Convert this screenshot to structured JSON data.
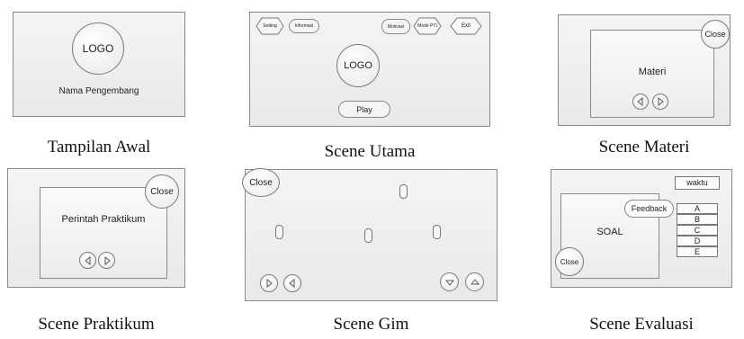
{
  "tampilan_awal": {
    "logo": "LOGO",
    "developer": "Nama Pengembang",
    "caption": "Tampilan Awal"
  },
  "scene_utama": {
    "buttons": [
      "Setting",
      "Informasi",
      "Motivasi",
      "Mode PTI",
      "Exit"
    ],
    "logo": "LOGO",
    "play": "Play",
    "caption": "Scene Utama"
  },
  "scene_materi": {
    "close": "Close",
    "title": "Materi",
    "caption": "Scene Materi"
  },
  "scene_praktikum": {
    "close": "Close",
    "title": "Perintah Praktikum",
    "caption": "Scene Praktikum"
  },
  "scene_gim": {
    "close": "Close",
    "caption": "Scene Gim"
  },
  "scene_evaluasi": {
    "waktu": "waktu",
    "feedback": "Feedback",
    "soal": "SOAL",
    "close": "Close",
    "options": [
      "A",
      "B",
      "C",
      "D",
      "E"
    ],
    "caption": "Scene Evaluasi"
  }
}
